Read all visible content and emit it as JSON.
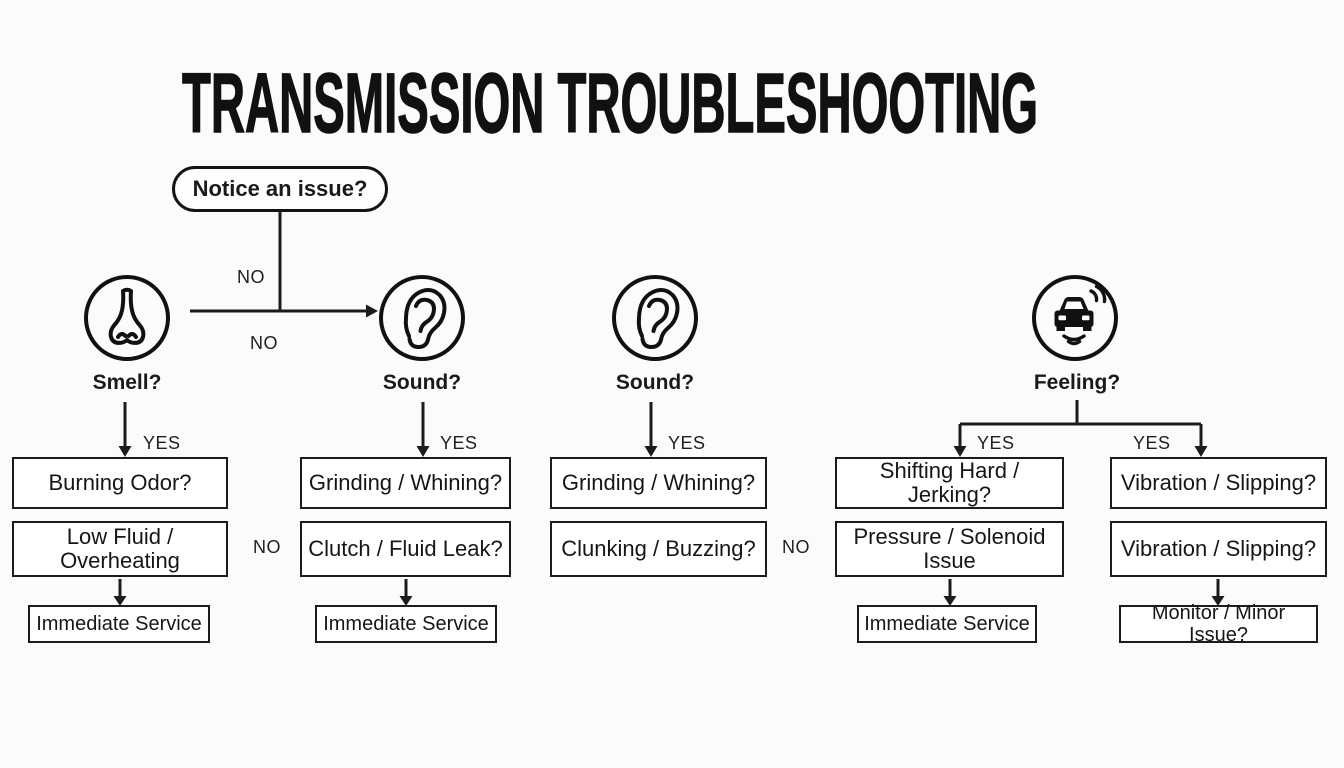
{
  "title": "TRANSMISSION TROUBLESHOOTING",
  "start": {
    "label": "Notice an issue?"
  },
  "edge_labels": {
    "yes": "YES",
    "no": "NO"
  },
  "senses": [
    {
      "icon": "nose-icon",
      "label": "Smell?"
    },
    {
      "icon": "ear-icon",
      "label": "Sound?"
    },
    {
      "icon": "ear-icon",
      "label": "Sound?"
    },
    {
      "icon": "car-vibration-icon",
      "label": "Feeling?"
    }
  ],
  "columns": [
    {
      "symptom": "Burning Odor?",
      "diagnosis": "Low Fluid / Overheating",
      "action": "Immediate Service"
    },
    {
      "symptom": "Grinding / Whining?",
      "diagnosis": "Clutch / Fluid Leak?",
      "action": "Immediate Service"
    },
    {
      "symptom": "Grinding / Whining?",
      "diagnosis": "Clunking / Buzzing?"
    },
    {
      "symptom": "Shifting Hard / Jerking?",
      "diagnosis": "Pressure / Solenoid Issue",
      "action": "Immediate Service"
    },
    {
      "symptom": "Vibration / Slipping?",
      "diagnosis": "Vibration / Slipping?",
      "action": "Monitor / Minor Issue?"
    }
  ],
  "colors": {
    "ink": "#1a1a1a",
    "background": "#fbfbfb",
    "box_fill": "#ffffff"
  }
}
